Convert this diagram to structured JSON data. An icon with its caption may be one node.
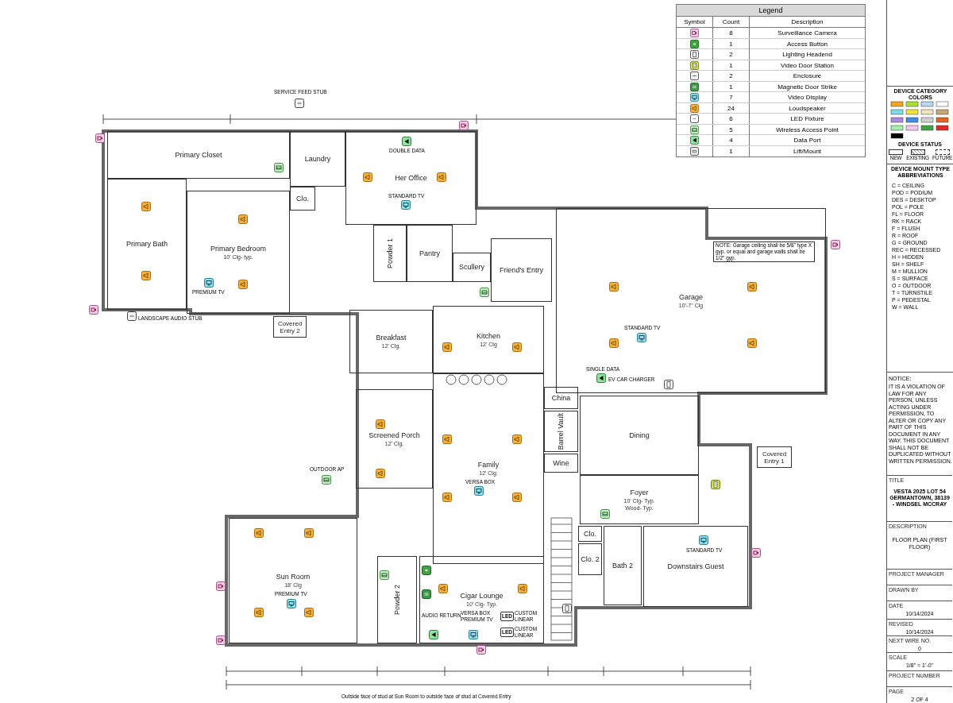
{
  "diagram": {
    "nodes": [
      {
        "text": [
          "Primary Closet"
        ]
      },
      {
        "text": [
          "Laundry"
        ]
      },
      {
        "text": [
          "Clo."
        ]
      },
      {
        "text": [
          "Her Office"
        ]
      },
      {
        "text": [
          "Primary Bath"
        ]
      },
      {
        "text": [
          "Primary Bedroom",
          "10' Clg- typ."
        ]
      },
      {
        "text": [
          "Powder 1"
        ]
      },
      {
        "text": [
          "Pantry"
        ]
      },
      {
        "text": [
          "Scullery"
        ]
      },
      {
        "text": [
          "Friend's Entry"
        ]
      },
      {
        "text": [
          "Covered Entry 2"
        ]
      },
      {
        "text": [
          "Breakfast",
          "12' Clg."
        ]
      },
      {
        "text": [
          "Kitchen",
          "12' Clg"
        ]
      },
      {
        "text": [
          "Garage",
          "10'-7\" Clg"
        ]
      },
      {
        "text": [
          "Family",
          "12' Clg."
        ]
      },
      {
        "text": [
          "Screened Porch",
          "12' Clg."
        ]
      },
      {
        "text": [
          "China"
        ]
      },
      {
        "text": [
          "Barrel Vault"
        ]
      },
      {
        "text": [
          "Wine"
        ]
      },
      {
        "text": [
          "Dining"
        ]
      },
      {
        "text": [
          "Covered Entry 1"
        ]
      },
      {
        "text": [
          "Foyer",
          "10' Clg- Typ.",
          "Wood- Typ."
        ]
      },
      {
        "text": [
          "Sun Room",
          "18' Clg"
        ]
      },
      {
        "text": [
          "Powder 2"
        ]
      },
      {
        "text": [
          "Cigar Lounge",
          "10' Clg- Typ."
        ]
      },
      {
        "text": [
          "Clo."
        ]
      },
      {
        "text": [
          "Bath 2"
        ]
      },
      {
        "text": [
          "Clo. 2"
        ]
      },
      {
        "text": [
          "Downstairs Guest"
        ]
      },
      {
        "text": [
          "TITLE",
          "VESTA 2025 LOT 54 GERMANTOWN, 38139 - WINDSEL MCCRAY"
        ]
      },
      {
        "text": [
          "DESCRIPTION",
          "FLOOR PLAN (FIRST FLOOR)"
        ]
      },
      {
        "text": [
          "PROJECT MANAGER"
        ]
      },
      {
        "text": [
          "DRAWN BY"
        ]
      },
      {
        "text": [
          "DATE",
          "10/14/2024"
        ]
      },
      {
        "text": [
          "REVISED",
          "10/14/2024"
        ]
      },
      {
        "text": [
          "NEXT WIRE NO.",
          "0"
        ]
      },
      {
        "text": [
          "SCALE",
          "1/8\" = 1'-0\""
        ]
      },
      {
        "text": [
          "PROJECT NUMBER"
        ]
      },
      {
        "text": [
          "PAGE",
          "2 OF 4"
        ]
      }
    ],
    "labels": [
      "Legend",
      "Symbol",
      "Count",
      "Description",
      "8",
      "1",
      "2",
      "1",
      "2",
      "1",
      "7",
      "24",
      "6",
      "5",
      "4",
      "1",
      "DEVICE CATEGORY COLORS",
      "DEVICE STATUS",
      "NEW",
      "EXISTING",
      "FUTURE",
      "DEVICE MOUNT TYPE ABBREVIATIONS",
      "C = CEILING",
      "POD = PODIUM",
      "DES = DESKTOP",
      "POL = POLE",
      "FL = FLOOR",
      "RK = RACK",
      "F = FLUSH",
      "R = ROOF",
      "G = GROUND",
      "REC = RECESSED",
      "H = HIDDEN",
      "SH = SHELF",
      "M = MULLION",
      "S = SURFACE",
      "O = OUTDOOR",
      "T = TURNSTILE",
      "P = PEDESTAL",
      "W = WALL",
      "NOTICE:",
      "IT IS A VIOLATION OF LAW FOR ANY PERSON, UNLESS ACTING UNDER PERMISSION, TO ALTER OR COPY ANY PART OF THIS DOCUMENT IN ANY WAY. THIS DOCUMENT SHALL NOT BE DUPLICATED WITHOUT WRITTEN PERMISSION.",
      "SERVICE FEED STUB",
      "LANDSCAPE AUDIO STUB",
      "DOUBLE DATA",
      "STANDARD TV",
      "PREMIUM TV",
      "STANDARD TV",
      "SINGLE DATA",
      "EV CAR CHARGER",
      "NOTE: Garage ceiling shall be 5/8\" type X gyp. or equal and garage walls shall be 1/2\" gyp.",
      "OUTDOOR AP",
      "VERSA BOX",
      "PREMIUM TV",
      "VERSA BOX PREMIUM TV",
      "AUDIO RETURN",
      "CUSTOM LINEAR",
      "CUSTOM LINEAR",
      "LED",
      "LED",
      "STANDARD TV",
      "Outside face of stud at Sun Room to outside face of stud at Covered Entry"
    ],
    "legend": [
      {
        "text": "Surveillance Camera"
      },
      {
        "text": "Access Button"
      },
      {
        "text": "Lighting Headend"
      },
      {
        "text": "Video Door Station"
      },
      {
        "text": "Enclosure"
      },
      {
        "text": "Magnetic Door Strike"
      },
      {
        "text": "Video Display"
      },
      {
        "text": "Loudspeaker"
      },
      {
        "text": "LED Fixture"
      },
      {
        "text": "Wireless Access Point"
      },
      {
        "text": "Data Port"
      },
      {
        "text": "Lift/Mount"
      }
    ]
  }
}
